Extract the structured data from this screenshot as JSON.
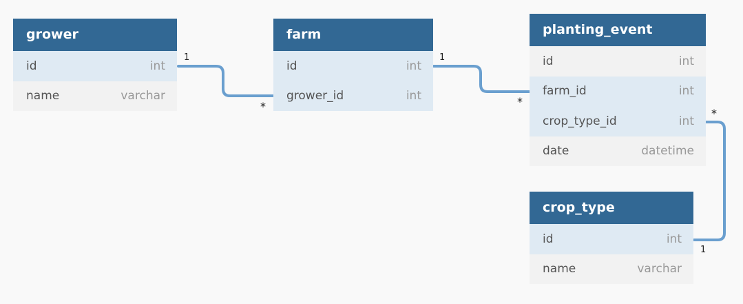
{
  "tables": [
    {
      "key": "grower",
      "name": "grower",
      "columns": [
        {
          "name": "id",
          "type": "int",
          "highlighted": true
        },
        {
          "name": "name",
          "type": "varchar",
          "highlighted": false
        }
      ]
    },
    {
      "key": "farm",
      "name": "farm",
      "columns": [
        {
          "name": "id",
          "type": "int",
          "highlighted": true
        },
        {
          "name": "grower_id",
          "type": "int",
          "highlighted": true
        }
      ]
    },
    {
      "key": "planting_event",
      "name": "planting_event",
      "columns": [
        {
          "name": "id",
          "type": "int",
          "highlighted": false
        },
        {
          "name": "farm_id",
          "type": "int",
          "highlighted": true
        },
        {
          "name": "crop_type_id",
          "type": "int",
          "highlighted": true
        },
        {
          "name": "date",
          "type": "datetime",
          "highlighted": false
        }
      ]
    },
    {
      "key": "crop_type",
      "name": "crop_type",
      "columns": [
        {
          "name": "id",
          "type": "int",
          "highlighted": true
        },
        {
          "name": "name",
          "type": "varchar",
          "highlighted": false
        }
      ]
    }
  ],
  "relations": [
    {
      "from": "grower.id",
      "to": "farm.grower_id",
      "from_cardinality": "1",
      "to_cardinality": "*"
    },
    {
      "from": "farm.id",
      "to": "planting_event.farm_id",
      "from_cardinality": "1",
      "to_cardinality": "*"
    },
    {
      "from": "crop_type.id",
      "to": "planting_event.crop_type_id",
      "from_cardinality": "1",
      "to_cardinality": "*"
    }
  ],
  "colors": {
    "header": "#326894",
    "highlight_row": "#dfeaf3",
    "plain_row": "#f2f2f2",
    "relation_line": "#6a9fcf",
    "background": "#f9f9f9"
  }
}
